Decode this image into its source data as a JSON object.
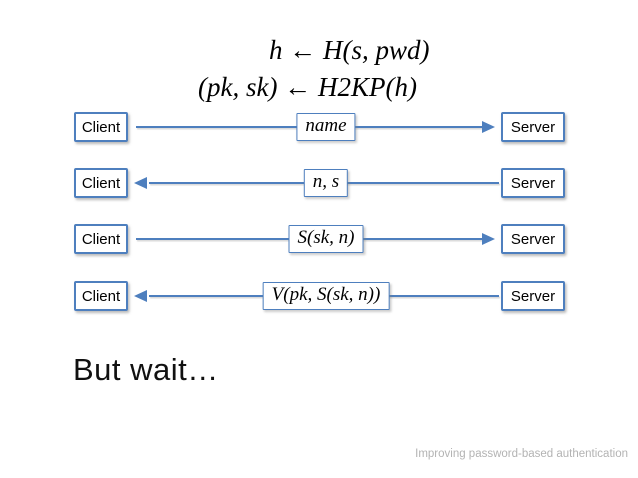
{
  "slide": {
    "formulas": {
      "line1": "h ← H(s, pwd)",
      "line2": "(pk, sk) ← H2KP(h)"
    },
    "diagram": {
      "client_label": "Client",
      "server_label": "Server",
      "rows": [
        {
          "message": "name",
          "direction": "right",
          "from": "Client",
          "to": "Server"
        },
        {
          "message": "n, s",
          "direction": "left",
          "from": "Server",
          "to": "Client"
        },
        {
          "message": "S(sk, n)",
          "direction": "right",
          "from": "Client",
          "to": "Server"
        },
        {
          "message": "V(pk, S(sk, n))",
          "direction": "left",
          "from": "Server",
          "to": "Client"
        }
      ]
    },
    "body_text": "But wait…",
    "footer": "Improving password-based authentication",
    "colors": {
      "accent_blue": "#4e7fbe",
      "footer_gray": "#b3b3b3",
      "background": "#ffffff",
      "text": "#000000"
    }
  }
}
